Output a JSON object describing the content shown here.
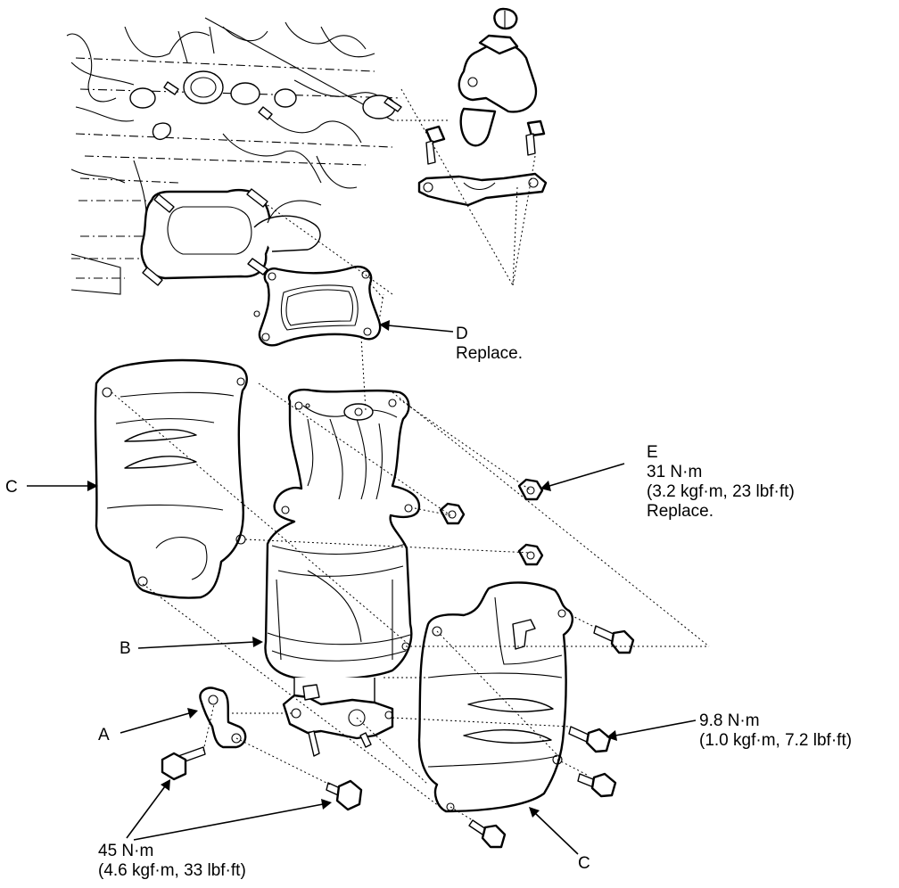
{
  "callouts": {
    "A": {
      "letter": "A"
    },
    "B": {
      "letter": "B"
    },
    "C_left": {
      "letter": "C"
    },
    "C_bottom": {
      "letter": "C"
    },
    "D": {
      "letter": "D",
      "note": "Replace."
    },
    "E": {
      "letter": "E",
      "torque": "31 N·m",
      "torque_alt": "(3.2 kgf·m, 23 lbf·ft)",
      "note": "Replace."
    },
    "bolt_small": {
      "torque": "9.8 N·m",
      "torque_alt": "(1.0 kgf·m, 7.2 lbf·ft)"
    },
    "bolt_large": {
      "torque": "45 N·m",
      "torque_alt": "(4.6 kgf·m, 33 lbf·ft)"
    }
  }
}
